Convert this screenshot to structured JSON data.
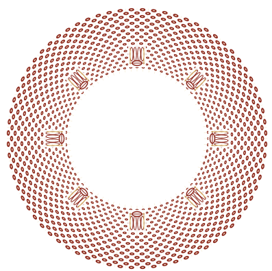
{
  "image": {
    "colors": {
      "background": "#ffffff",
      "bead": "#8a2418",
      "bead_hole": "#f4e9d6",
      "thread": "#d8b35a",
      "motif_stroke": "#8a2418"
    },
    "ring": {
      "rows": 18,
      "beads_per_row": 72,
      "motif_count": 8
    }
  }
}
